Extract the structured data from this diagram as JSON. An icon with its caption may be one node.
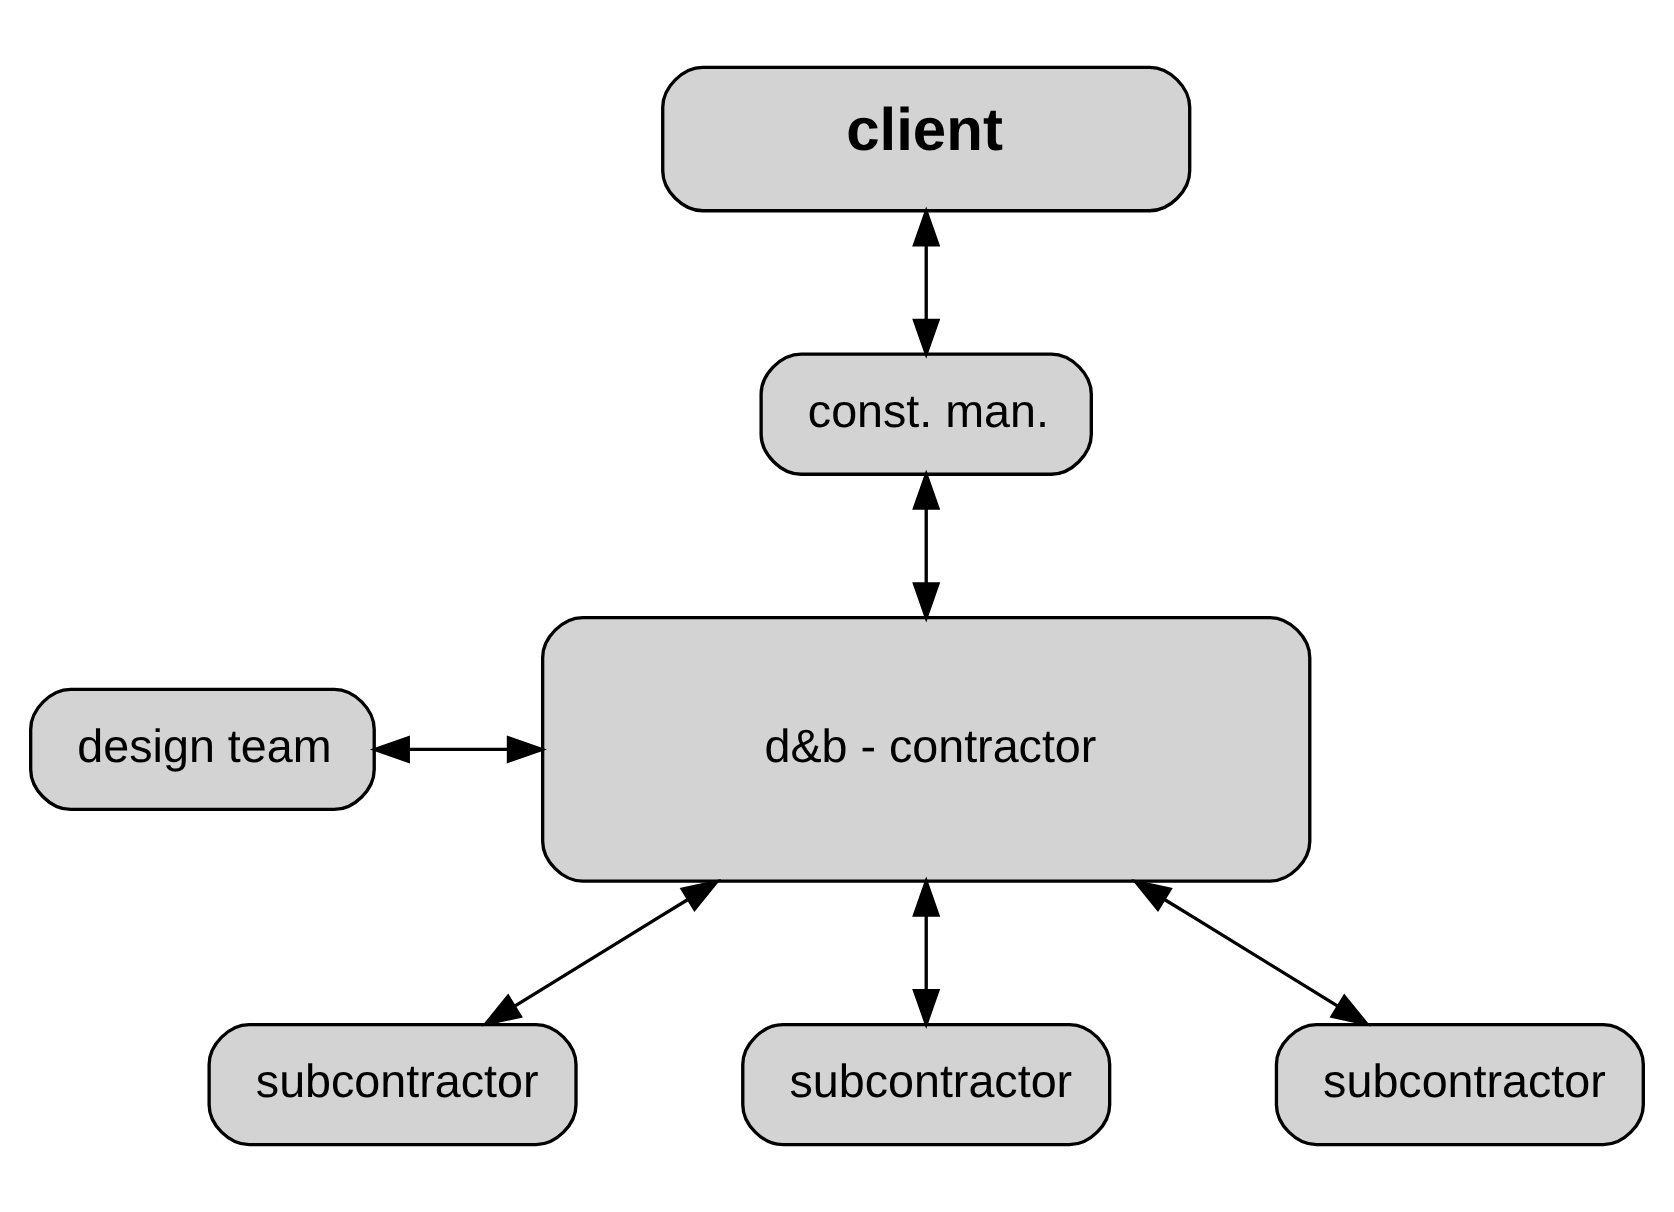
{
  "diagram": {
    "nodes": [
      {
        "text": [
          "client"
        ]
      },
      {
        "text": [
          "const. man."
        ]
      },
      {
        "text": [
          "design team"
        ]
      },
      {
        "text": [
          "d&b - contractor"
        ]
      },
      {
        "text": [
          "subcontractor"
        ]
      },
      {
        "text": [
          "subcontractor"
        ]
      },
      {
        "text": [
          "subcontractor"
        ]
      }
    ],
    "edges": [
      {
        "from": 0,
        "to": 1,
        "arrow": "both"
      },
      {
        "from": 1,
        "to": 3,
        "arrow": "both"
      },
      {
        "from": 2,
        "to": 3,
        "arrow": "both"
      },
      {
        "from": 3,
        "to": 4,
        "arrow": "both"
      },
      {
        "from": 3,
        "to": 5,
        "arrow": "both"
      },
      {
        "from": 3,
        "to": 6,
        "arrow": "both"
      }
    ]
  }
}
